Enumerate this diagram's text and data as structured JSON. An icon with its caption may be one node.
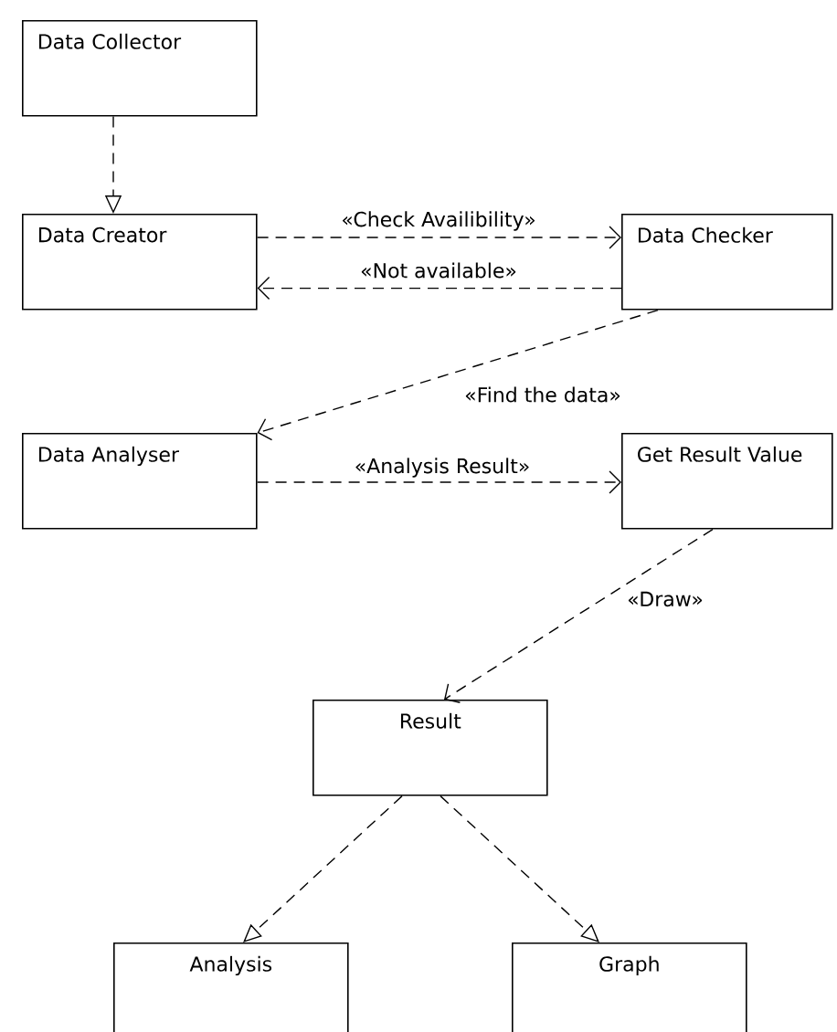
{
  "diagram": {
    "nodes": [
      {
        "text": [
          "Data Collector"
        ]
      },
      {
        "text": [
          "Data Creator"
        ]
      },
      {
        "text": [
          "Data Checker"
        ]
      },
      {
        "text": [
          "Data Analyser"
        ]
      },
      {
        "text": [
          "Get Result Value"
        ]
      },
      {
        "text": [
          "Result"
        ]
      },
      {
        "text": [
          "Analysis"
        ]
      },
      {
        "text": [
          "Graph"
        ]
      }
    ],
    "edges": [
      {
        "from": 0,
        "to": 1,
        "arrow": "to"
      },
      {
        "from": 1,
        "to": 2,
        "arrow": "to",
        "label": "«Check Availibility»"
      },
      {
        "from": 2,
        "to": 1,
        "arrow": "to",
        "label": "«Not available»"
      },
      {
        "from": 2,
        "to": 3,
        "arrow": "to",
        "label": "«Find the data»"
      },
      {
        "from": 3,
        "to": 4,
        "arrow": "to",
        "label": "«Analysis Result»"
      },
      {
        "from": 4,
        "to": 5,
        "arrow": "to",
        "label": "«Draw»"
      },
      {
        "from": 5,
        "to": 6,
        "arrow": "to"
      },
      {
        "from": 5,
        "to": 7,
        "arrow": "to"
      }
    ]
  }
}
